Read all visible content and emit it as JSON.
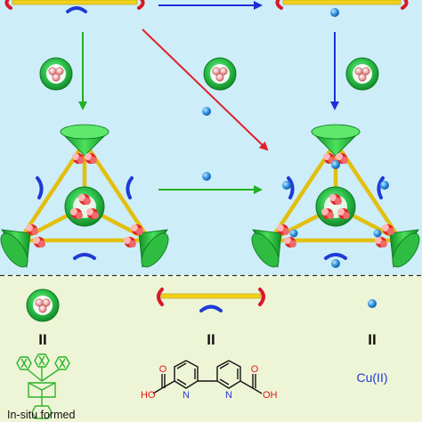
{
  "legend": {
    "equals_symbol": "II",
    "in_situ_label": "In-situ formed",
    "copper_label": "Cu(II)",
    "acid_group_left": "HO",
    "acid_group_right": "OH",
    "oxygen": "O",
    "nitrogen": "N"
  },
  "colors": {
    "top_panel_bg": "#cdeef8",
    "bottom_panel_bg": "#eef5d6",
    "arrow_blue": "#1d2fd6",
    "arrow_green": "#22b022",
    "arrow_red": "#e0202a",
    "rod_yellow": "#f2d21a",
    "sphere_green": "#35c650",
    "copper_blue": "#2f93e0",
    "linker_blue": "#1f3ad6",
    "linker_red": "#d8182a"
  }
}
